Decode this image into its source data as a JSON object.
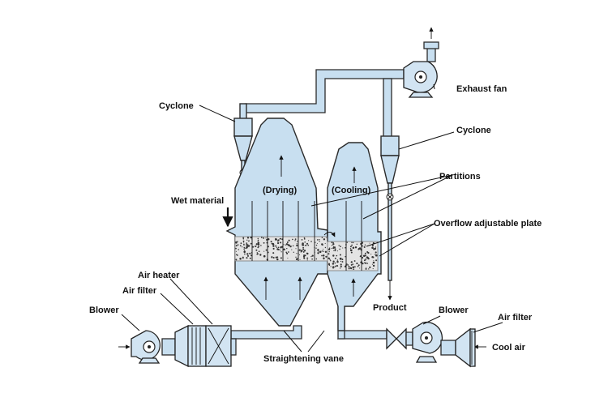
{
  "labels": {
    "cyclone_left": "Cyclone",
    "cyclone_right": "Cyclone",
    "exhaust_fan": "Exhaust fan",
    "partitions": "Partitions",
    "wet_material": "Wet material",
    "drying": "(Drying)",
    "cooling": "(Cooling)",
    "overflow_plate": "Overflow adjustable plate",
    "air_heater": "Air heater",
    "air_filter_left": "Air filter",
    "blower_left": "Blower",
    "product": "Product",
    "blower_right": "Blower",
    "air_filter_right": "Air filter",
    "cool_air": "Cool air",
    "straightening_vane": "Straightening vane"
  },
  "colors": {
    "vessel_fill": "#c8dff0",
    "outline": "#2b2b2b",
    "bed_fill": "#e4e4e4"
  }
}
